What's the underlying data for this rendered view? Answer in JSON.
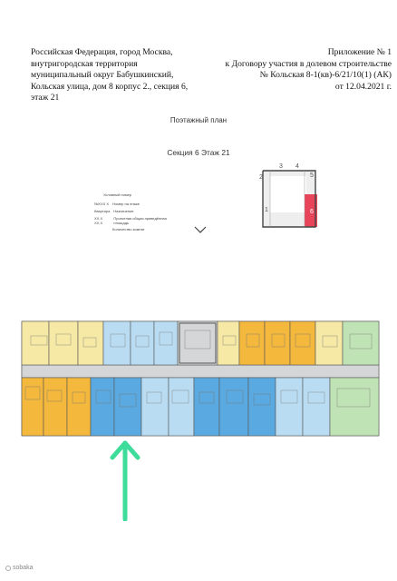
{
  "header": {
    "left_lines": [
      "Российская Федерация, город Москва,",
      "внутригородская территория",
      "муниципальный округ Бабушкинский,",
      "Кольская улица, дом 8 корпус 2., секция 6,",
      "этаж 21"
    ],
    "right_lines": [
      "Приложение № 1",
      "к Договору участия в долевом строительстве",
      "№ Кольская 8-1(кв)-6/21/10(1) (АК)",
      "от 12.04.2021 г."
    ]
  },
  "plan_title": "Поэтажный план",
  "section_title": "Секция 6 Этаж 21",
  "legend": {
    "top": "Условный номер",
    "rows": [
      {
        "code": "№XXX  X",
        "label": "Номер на этаже"
      },
      {
        "code": "Квартира",
        "label": "Назначение"
      },
      {
        "code": "XX,X    XX,X",
        "label": "Проектная общая приведённая площадь"
      }
    ],
    "bottom": "Количество комнат"
  },
  "key_plan": {
    "numbers": [
      "2",
      "3",
      "4",
      "5",
      "1",
      "6"
    ],
    "active": "6",
    "colors": {
      "outline": "#444444",
      "active": "#e8455a",
      "fill": "#eeeeee"
    }
  },
  "floor_plan": {
    "colors": {
      "yellow": "#f6e9a6",
      "orange": "#f4b83c",
      "blue": "#5aa9e0",
      "lightblue": "#b9dcf2",
      "green": "#bfe3b4",
      "gray": "#d4d6d8",
      "wall": "#555555"
    }
  },
  "arrow": {
    "color": "#3ddc9a"
  },
  "watermark": {
    "text": "sobaka"
  }
}
